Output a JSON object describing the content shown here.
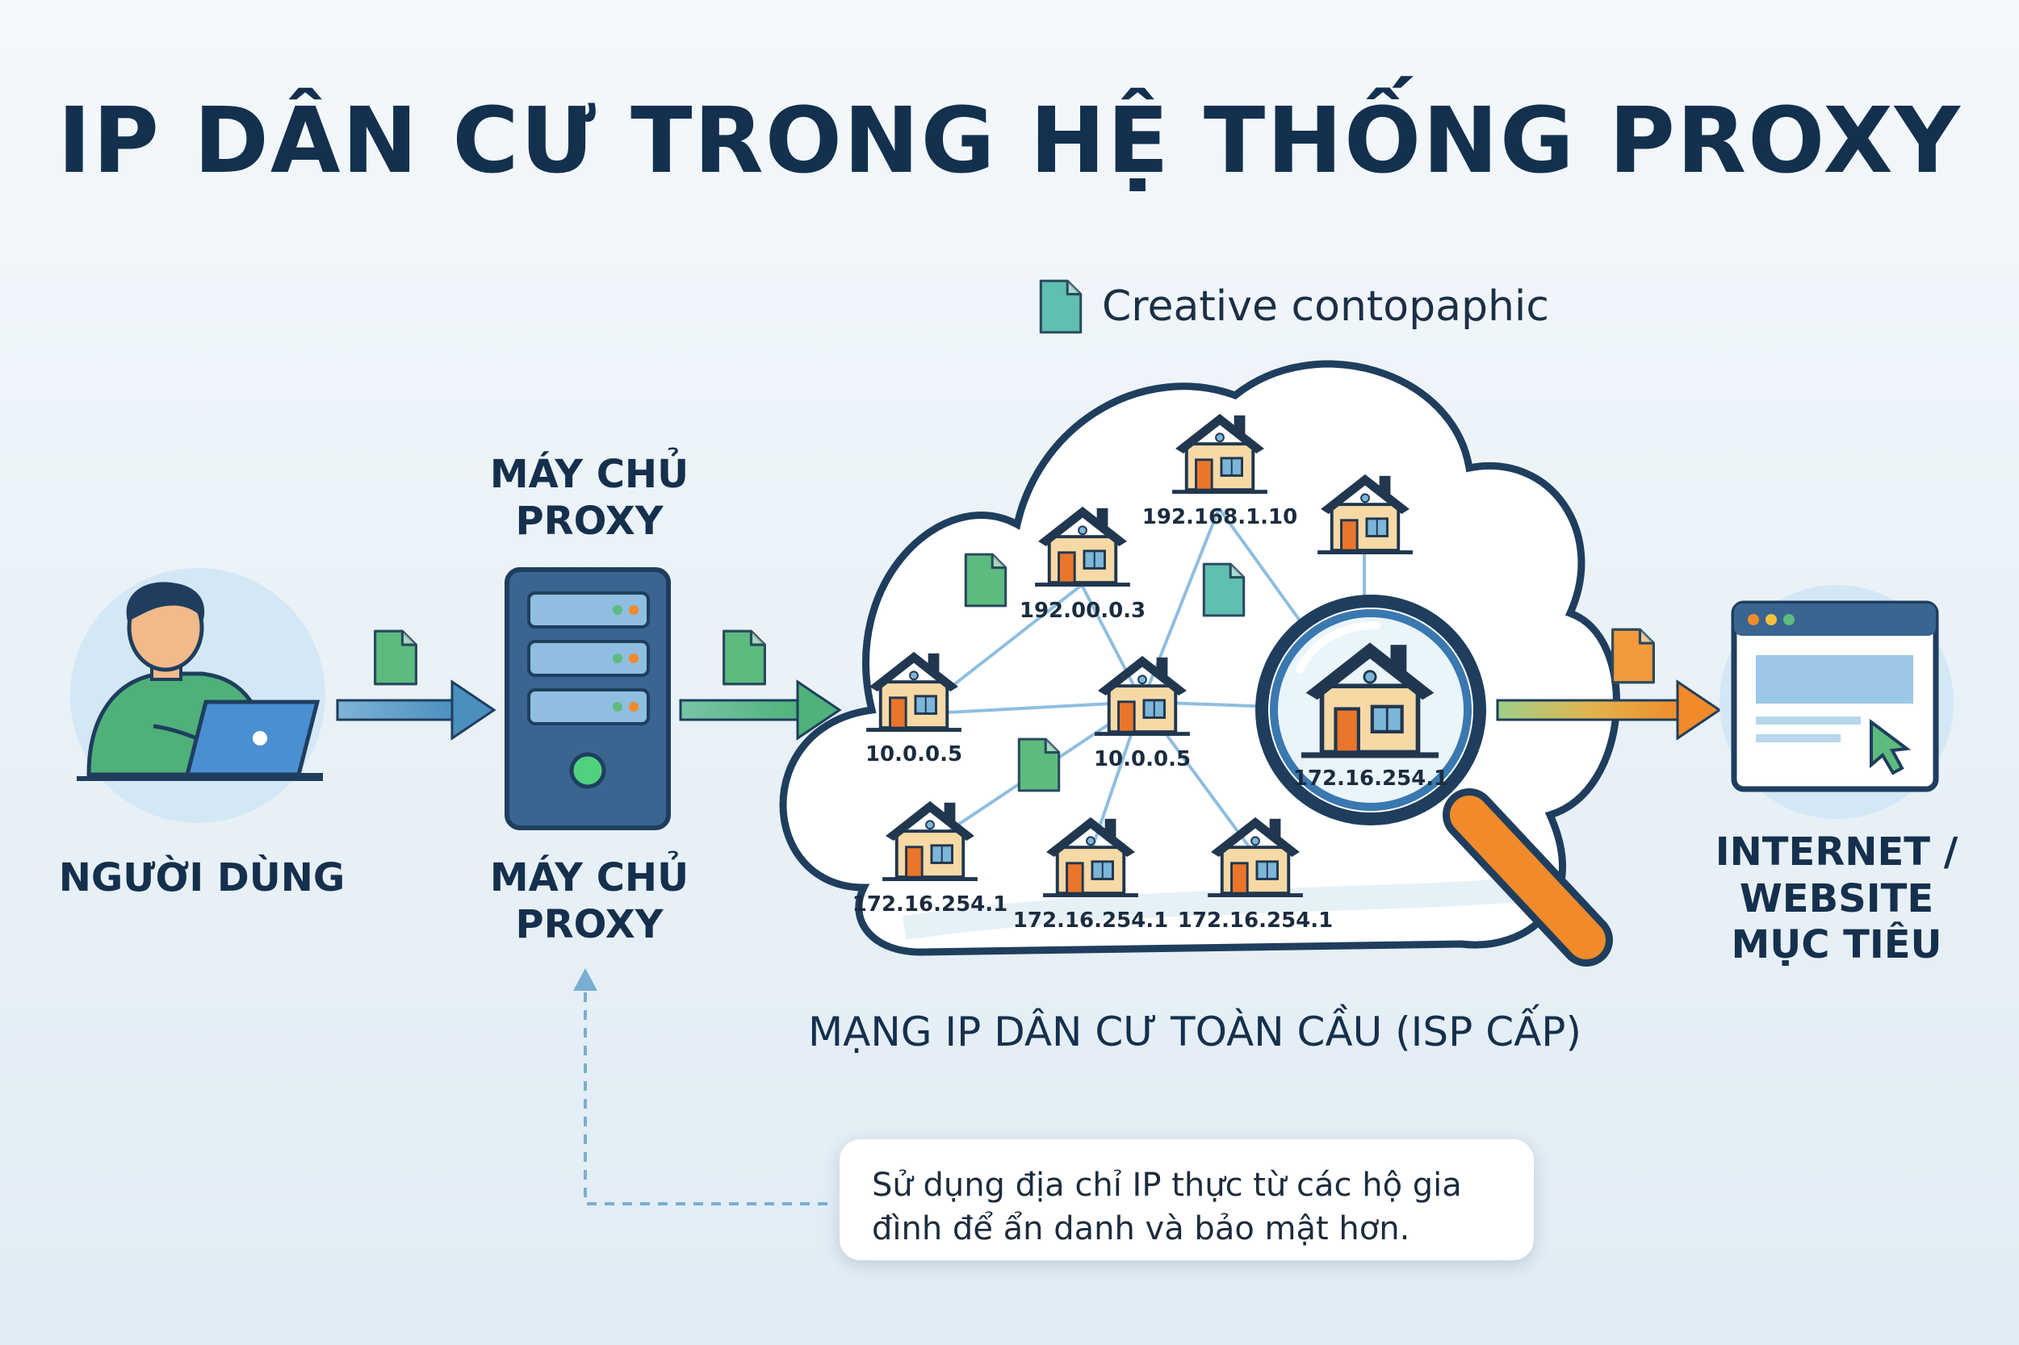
{
  "title": "IP DÂN CƯ TRONG HỆ THỐNG PROXY",
  "legend": {
    "label": "Creative contopaphic",
    "icon": "document-icon"
  },
  "nodes": {
    "user": {
      "label": "NGƯỜI DÙNG"
    },
    "proxy_top": {
      "line1": "MÁY CHỦ",
      "line2": "PROXY"
    },
    "proxy_bottom": {
      "line1": "MÁY CHỦ",
      "line2": "PROXY"
    },
    "target": {
      "line1": "INTERNET /",
      "line2": "WEBSITE",
      "line3": "MỤC TIÊU"
    }
  },
  "network": {
    "caption": "MẠNG IP DÂN CƯ TOÀN CẦU (ISP CẤP)",
    "houses": [
      {
        "ip": "192.168.1.10"
      },
      {
        "ip": ""
      },
      {
        "ip": "192.00.0.3"
      },
      {
        "ip": "10.0.0.5"
      },
      {
        "ip": "10.0.0.5"
      },
      {
        "ip": "172.16.254.1"
      },
      {
        "ip": "172.16.254.1"
      },
      {
        "ip": "172.16.254.1"
      },
      {
        "ip": "172.16.254.1"
      }
    ]
  },
  "note": {
    "line1": "Sử dụng địa chỉ IP thực từ các hộ gia",
    "line2": "đình để ẩn danh và bảo mật hơn."
  },
  "colors": {
    "navy": "#13304f",
    "arrow_blue": "#4a8fbd",
    "arrow_green": "#4fb27a",
    "arrow_orange": "#f08a2a",
    "doc_green": "#5dbb7f",
    "doc_teal": "#5fbfb0",
    "doc_orange": "#f29a3c",
    "cloud_outline": "#1f3e5e",
    "house_wall": "#f7d9a6",
    "house_roof": "#21374f",
    "house_door": "#e9762b",
    "house_window": "#7cb6d8"
  }
}
